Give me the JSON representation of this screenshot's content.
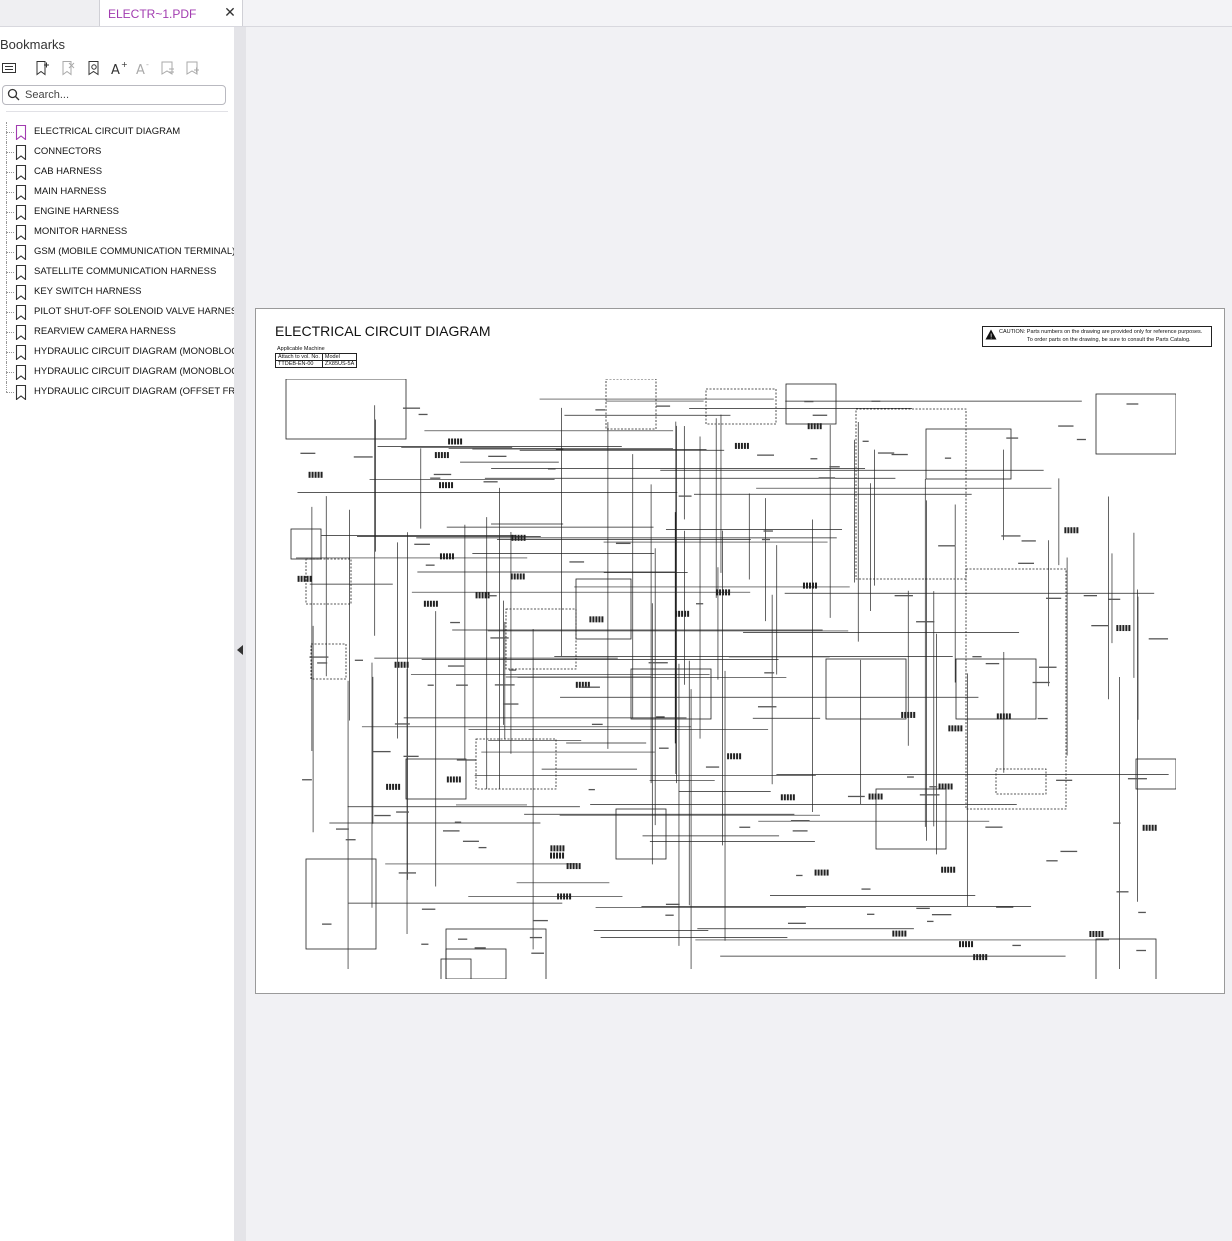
{
  "tabs": [
    {
      "label": "ELECTR~1.PDF",
      "active": true,
      "close_icon": "close-icon"
    }
  ],
  "sidebar": {
    "title": "Bookmarks",
    "toolbar": [
      "bookmark-menu-icon",
      "add-bookmark-icon",
      "delete-bookmark-icon",
      "goto-bookmark-icon",
      "increase-font-icon",
      "decrease-font-icon",
      "expand-bookmark-icon",
      "collapse-bookmark-icon"
    ],
    "search": {
      "placeholder": "Search...",
      "value": ""
    },
    "items": [
      {
        "label": "ELECTRICAL CIRCUIT DIAGRAM",
        "active": true
      },
      {
        "label": "CONNECTORS"
      },
      {
        "label": "CAB HARNESS"
      },
      {
        "label": "MAIN HARNESS"
      },
      {
        "label": "ENGINE HARNESS"
      },
      {
        "label": "MONITOR HARNESS"
      },
      {
        "label": "GSM (MOBILE COMMUNICATION TERMINAL) HAR"
      },
      {
        "label": "SATELLITE COMMUNICATION HARNESS"
      },
      {
        "label": "KEY SWITCH HARNESS"
      },
      {
        "label": "PILOT SHUT-OFF SOLENOID VALVE HARNESS"
      },
      {
        "label": "REARVIEW CAMERA HARNESS"
      },
      {
        "label": "HYDRAULIC CIRCUIT DIAGRAM (MONOBLOCK BOO"
      },
      {
        "label": "HYDRAULIC CIRCUIT DIAGRAM (MONOBLOCK BOO"
      },
      {
        "label": "HYDRAULIC CIRCUIT DIAGRAM (OFFSET FRONT AT"
      }
    ]
  },
  "document": {
    "title": "ELECTRICAL CIRCUIT DIAGRAM",
    "caution_line1": "CAUTION: Parts numbers on the drawing are provided only for reference purposes.",
    "caution_line2": "To order parts on the drawing, be sure to consult the Parts Catalog.",
    "machine_title": "Applicable Machine",
    "machine_table": {
      "headers": [
        "Attach to vol. No.",
        "Model"
      ],
      "row": [
        "TTDEB-EN-00",
        "ZX85US-5A"
      ]
    }
  },
  "colors": {
    "tab_text": "#a23cb0",
    "active_bookmark": "#a23cb0",
    "bookmark_icon": "#333333"
  }
}
